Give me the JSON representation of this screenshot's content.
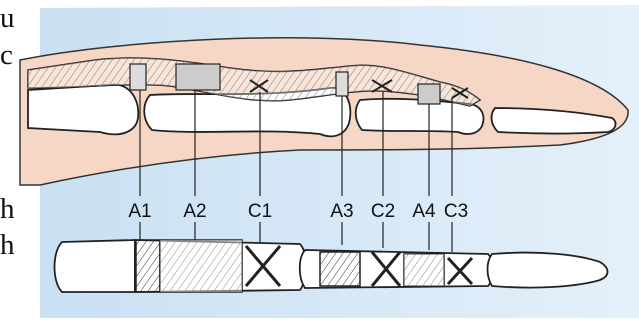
{
  "page_fragments": [
    "u",
    "c",
    "h",
    "h"
  ],
  "pulley_labels": [
    "A1",
    "A2",
    "C1",
    "A3",
    "C2",
    "A4",
    "C3"
  ],
  "colors": {
    "skin": "#f6d6c4",
    "background_blue": "#d6e9f7",
    "bone": "#ffffff",
    "outline": "#222222"
  }
}
